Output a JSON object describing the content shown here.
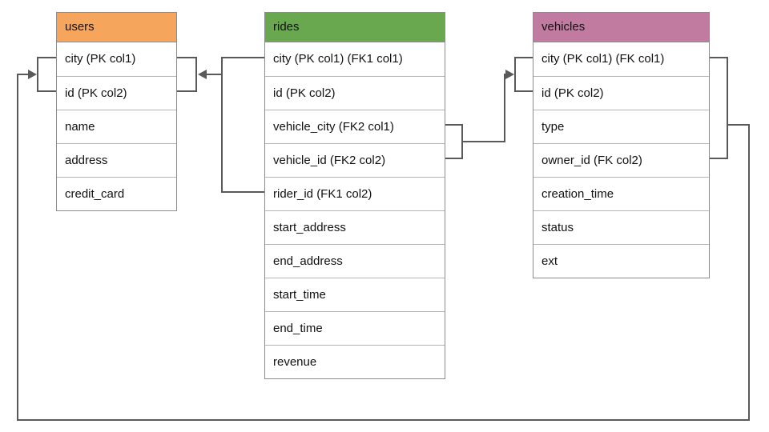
{
  "diagram": {
    "line_color": "#595959",
    "tables": [
      {
        "name": "users",
        "header_color": "#f6a55c",
        "columns": [
          "city (PK col1)",
          "id (PK col2)",
          "name",
          "address",
          "credit_card"
        ]
      },
      {
        "name": "rides",
        "header_color": "#6aa84f",
        "columns": [
          "city (PK col1) (FK1 col1)",
          "id (PK col2)",
          "vehicle_city (FK2 col1)",
          "vehicle_id (FK2 col2)",
          "rider_id (FK1 col2)",
          "start_address",
          "end_address",
          "start_time",
          "end_time",
          "revenue"
        ]
      },
      {
        "name": "vehicles",
        "header_color": "#c27ba0",
        "columns": [
          "city (PK col1) (FK col1)",
          "id (PK col2)",
          "type",
          "owner_id (FK col2)",
          "creation_time",
          "status",
          "ext"
        ]
      }
    ],
    "relationships": [
      {
        "from": "rides (city, rider_id) FK1",
        "to": "users (city, id)"
      },
      {
        "from": "rides (vehicle_city, vehicle_id) FK2",
        "to": "vehicles (city, id)"
      },
      {
        "from": "vehicles (city, owner_id) FK",
        "to": "users (city, id)"
      }
    ]
  }
}
